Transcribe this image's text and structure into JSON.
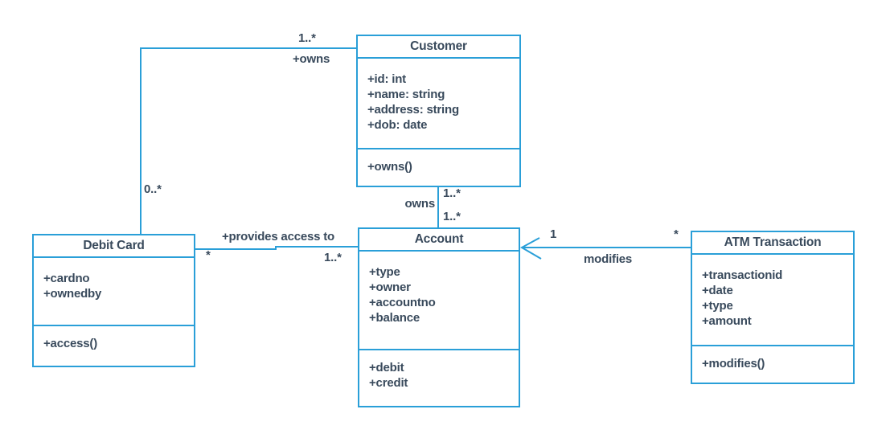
{
  "diagram_type": "uml-class-diagram",
  "colors": {
    "line": "#2A9FD8",
    "text": "#394A5C",
    "background": "#FFFFFF"
  },
  "classes": [
    {
      "name": "Customer",
      "attributes": [
        "+id: int",
        "+name: string",
        "+address: string",
        "+dob: date"
      ],
      "methods": [
        "+owns()"
      ]
    },
    {
      "name": "Debit Card",
      "attributes": [
        "+cardno",
        "+ownedby"
      ],
      "methods": [
        "+access()"
      ]
    },
    {
      "name": "Account",
      "attributes": [
        "+type",
        "+owner",
        "+accountno",
        "+balance"
      ],
      "methods": [
        "+debit",
        "+credit"
      ]
    },
    {
      "name": "ATM Transaction",
      "attributes": [
        "+transactionid",
        "+date",
        "+type",
        "+amount"
      ],
      "methods": [
        "+modifies()"
      ]
    }
  ],
  "associations": [
    {
      "from": "Customer",
      "to": "Debit Card",
      "label": "+owns",
      "from_mult": "1..*",
      "to_mult": "0..*"
    },
    {
      "from": "Customer",
      "to": "Account",
      "label": "owns",
      "from_mult": "1..*",
      "to_mult": "1..*"
    },
    {
      "from": "Debit Card",
      "to": "Account",
      "label": "+provides access to",
      "from_mult": "*",
      "to_mult": "1..*"
    },
    {
      "from": "ATM Transaction",
      "to": "Account",
      "label": "modifies",
      "from_mult": "*",
      "to_mult": "1",
      "arrowhead": "open-arrow-at-account"
    }
  ]
}
